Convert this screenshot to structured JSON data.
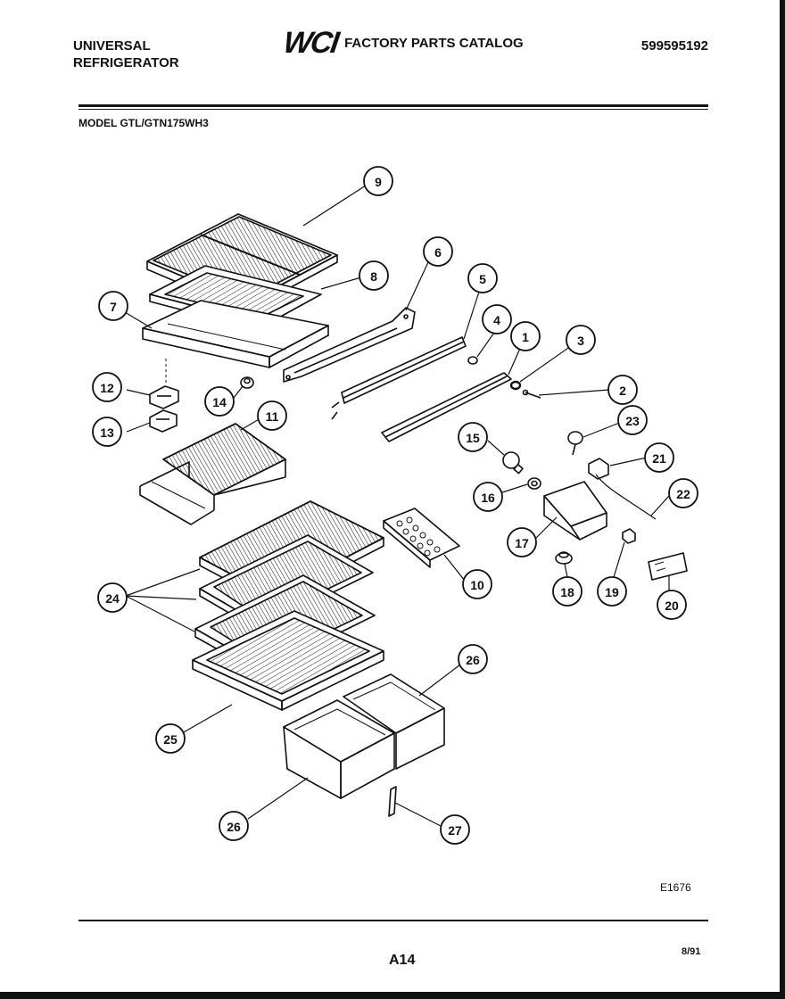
{
  "header": {
    "brand_line1": "UNIVERSAL",
    "brand_line2": "REFRIGERATOR",
    "logo_text": "WCI",
    "catalog_title": "FACTORY PARTS CATALOG",
    "catalog_number": "599595192"
  },
  "model_line": "MODEL GTL/GTN175WH3",
  "callouts": [
    "1",
    "2",
    "3",
    "4",
    "5",
    "6",
    "7",
    "8",
    "9",
    "10",
    "11",
    "12",
    "13",
    "14",
    "15",
    "16",
    "17",
    "18",
    "19",
    "20",
    "21",
    "22",
    "23",
    "24",
    "25",
    "26",
    "26",
    "27"
  ],
  "footer": {
    "diagram_code": "E1676",
    "page_number": "A14",
    "date": "8/91"
  }
}
